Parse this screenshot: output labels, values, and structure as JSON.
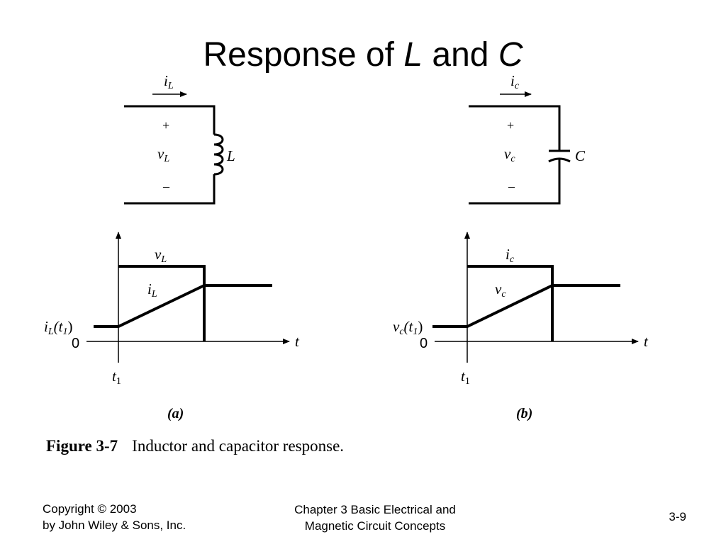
{
  "slide": {
    "title_prefix": "Response of ",
    "title_L": "L",
    "title_and": " and ",
    "title_C": "C"
  },
  "panel_a": {
    "current_label_main": "i",
    "current_label_sub": "L",
    "plus": "+",
    "voltage_label_main": "v",
    "voltage_label_sub": "L",
    "minus": "–",
    "element_label": "L",
    "graph": {
      "top_label_main": "v",
      "top_label_sub": "L",
      "ramp_label_main": "i",
      "ramp_label_sub": "L",
      "initial_label_main": "i",
      "initial_label_sub": "L",
      "initial_label_arg": "(t",
      "initial_label_arg_sub": "1",
      "initial_label_close": ")",
      "zero": "0",
      "x_axis_label": "t",
      "t1_main": "t",
      "t1_sub": "1"
    },
    "caption": "(a)"
  },
  "panel_b": {
    "current_label_main": "i",
    "current_label_sub": "c",
    "plus": "+",
    "voltage_label_main": "v",
    "voltage_label_sub": "c",
    "minus": "–",
    "element_label": "C",
    "graph": {
      "top_label_main": "i",
      "top_label_sub": "c",
      "ramp_label_main": "v",
      "ramp_label_sub": "c",
      "initial_label_main": "v",
      "initial_label_sub": "c",
      "initial_label_arg": "(t",
      "initial_label_arg_sub": "1",
      "initial_label_close": ")",
      "zero": "0",
      "x_axis_label": "t",
      "t1_main": "t",
      "t1_sub": "1"
    },
    "caption": "(b)"
  },
  "figure_caption": {
    "number": "Figure 3-7",
    "text": "Inductor and capacitor response."
  },
  "footer": {
    "copyright_line1": "Copyright © 2003",
    "copyright_line2": "by John Wiley & Sons, Inc.",
    "chapter_line1": "Chapter 3 Basic Electrical and",
    "chapter_line2": "Magnetic Circuit Concepts",
    "page_number": "3-9"
  }
}
